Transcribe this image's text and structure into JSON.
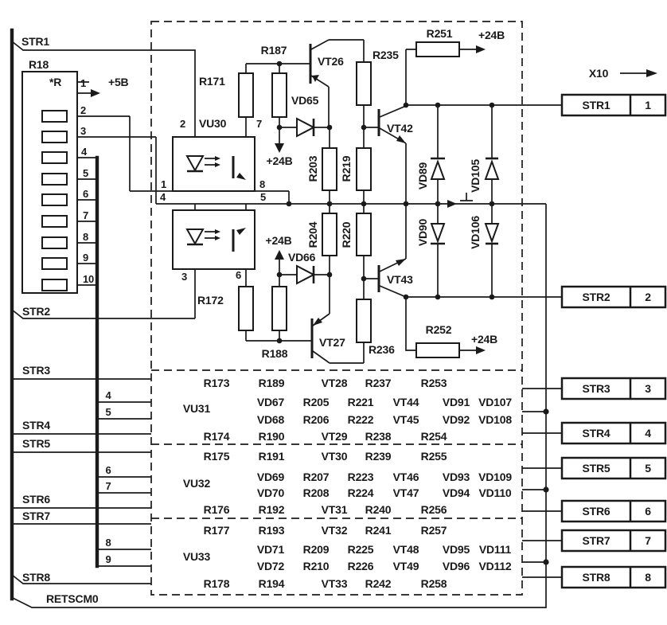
{
  "colors": {
    "ink": "#1a1a1a",
    "paper": "#ffffff"
  },
  "supplies": {
    "v5": "+5B",
    "v24": "+24B"
  },
  "bus": {
    "str1": "STR1",
    "str2": "STR2",
    "str3": "STR3",
    "str4": "STR4",
    "str5": "STR5",
    "str6": "STR6",
    "str7": "STR7",
    "str8": "STR8",
    "ret": "RETSCM0"
  },
  "r18": {
    "ref": "R18",
    "star": "*R",
    "pins": [
      "1",
      "2",
      "3",
      "4",
      "5",
      "6",
      "7",
      "8",
      "9",
      "10"
    ]
  },
  "vu30": {
    "ref": "VU30",
    "p2": "2",
    "p7": "7",
    "p1": "1",
    "p8": "8",
    "p4": "4",
    "p5": "5",
    "p3": "3",
    "p6": "6"
  },
  "ch1": {
    "r171": "R171",
    "r187": "R187",
    "vt26": "VT26",
    "vd65": "VD65",
    "r203": "R203",
    "r219": "R219",
    "r235": "R235",
    "r251": "R251",
    "vt42": "VT42",
    "vd89": "VD89",
    "vd105": "VD105"
  },
  "ch2": {
    "r172": "R172",
    "r188": "R188",
    "vt27": "VT27",
    "vd66": "VD66",
    "r204": "R204",
    "r220": "R220",
    "r236": "R236",
    "r252": "R252",
    "vt43": "VT43",
    "vd90": "VD90",
    "vd106": "VD106"
  },
  "blocks": [
    {
      "ref": "VU31",
      "pin_a": "4",
      "pin_b": "5",
      "row1": [
        "R173",
        "R189",
        "VT28",
        "R237",
        "R253"
      ],
      "row2": [
        "VD67",
        "R205",
        "R221",
        "VT44",
        "VD91",
        "VD107"
      ],
      "row3": [
        "VD68",
        "R206",
        "R222",
        "VT45",
        "VD92",
        "VD108"
      ],
      "row4": [
        "R174",
        "R190",
        "VT29",
        "R238",
        "R254"
      ]
    },
    {
      "ref": "VU32",
      "pin_a": "6",
      "pin_b": "7",
      "row1": [
        "R175",
        "R191",
        "VT30",
        "R239",
        "R255"
      ],
      "row2": [
        "VD69",
        "R207",
        "R223",
        "VT46",
        "VD93",
        "VD109"
      ],
      "row3": [
        "VD70",
        "R208",
        "R224",
        "VT47",
        "VD94",
        "VD110"
      ],
      "row4": [
        "R176",
        "R192",
        "VT31",
        "R240",
        "R256"
      ]
    },
    {
      "ref": "VU33",
      "pin_a": "8",
      "pin_b": "9",
      "row1": [
        "R177",
        "R193",
        "VT32",
        "R241",
        "R257"
      ],
      "row2": [
        "VD71",
        "R209",
        "R225",
        "VT48",
        "VD95",
        "VD111"
      ],
      "row3": [
        "VD72",
        "R210",
        "R226",
        "VT49",
        "VD96",
        "VD112"
      ],
      "row4": [
        "R178",
        "R194",
        "VT33",
        "R242",
        "R258"
      ]
    }
  ],
  "connector": {
    "ref": "X10",
    "rows": [
      {
        "label": "STR1",
        "pin": "1"
      },
      {
        "label": "STR2",
        "pin": "2"
      },
      {
        "label": "STR3",
        "pin": "3"
      },
      {
        "label": "STR4",
        "pin": "4"
      },
      {
        "label": "STR5",
        "pin": "5"
      },
      {
        "label": "STR6",
        "pin": "6"
      },
      {
        "label": "STR7",
        "pin": "7"
      },
      {
        "label": "STR8",
        "pin": "8"
      }
    ]
  }
}
